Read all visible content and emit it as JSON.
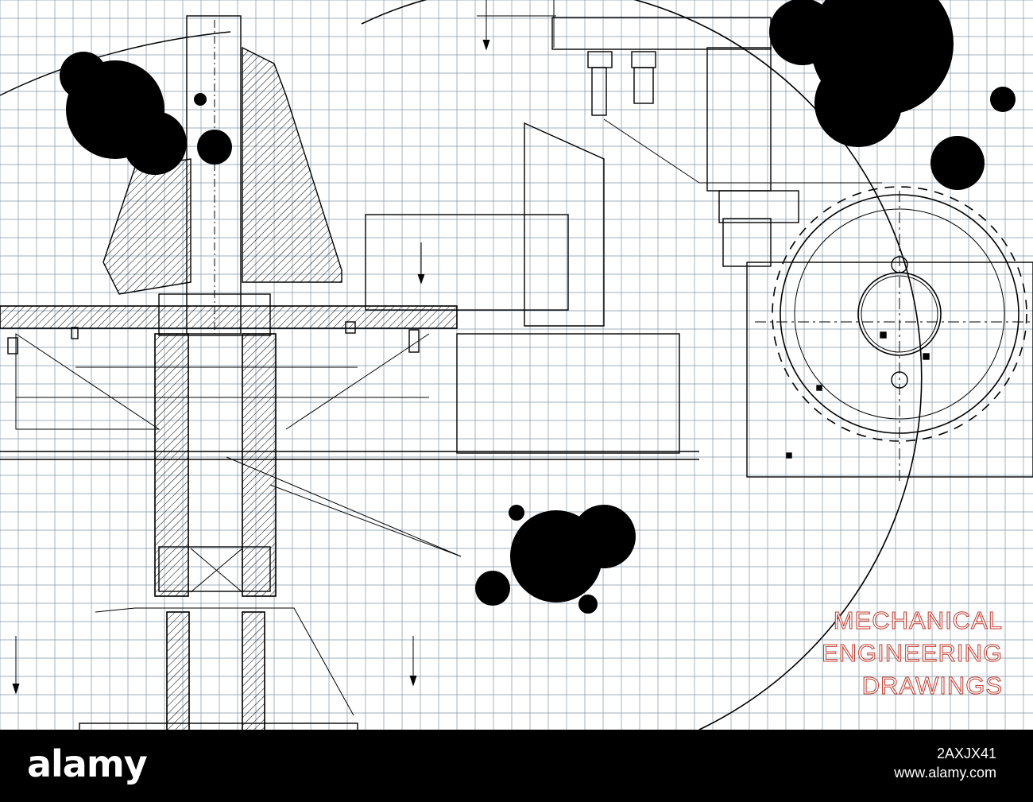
{
  "title": {
    "lines": [
      "MECHANICAL",
      "ENGINEERING",
      "DRAWINGS"
    ],
    "outline_color": "#c0392b"
  },
  "watermark": {
    "logo": "alamy",
    "id": "2AXJX41",
    "url": "www.alamy.com"
  },
  "colors": {
    "paper": "#ffffff",
    "grid_line": "#7f97a8",
    "ink": "#000000",
    "splatter": "#000000"
  }
}
